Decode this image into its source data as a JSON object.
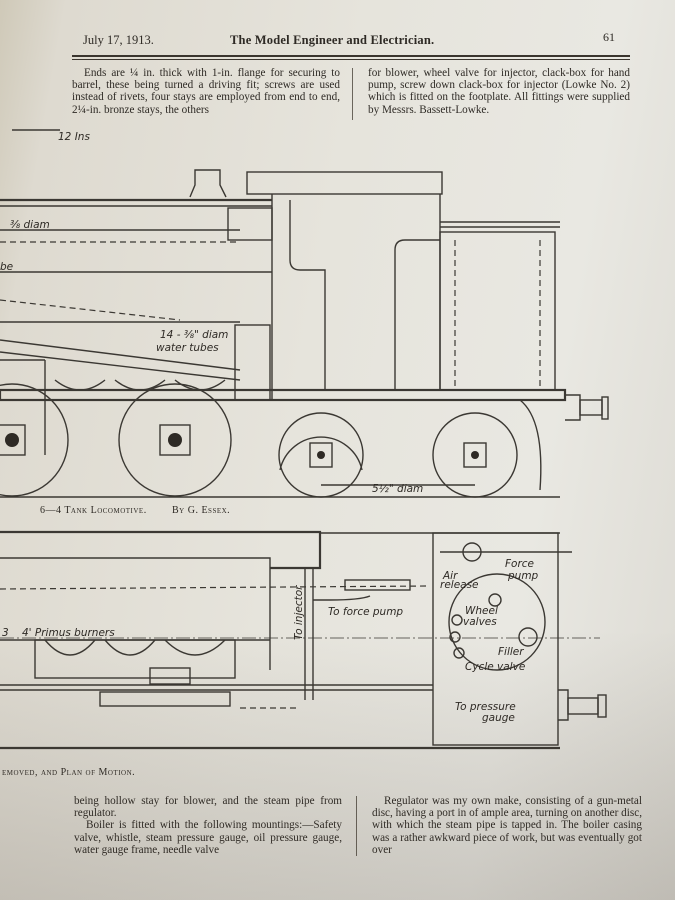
{
  "header": {
    "date": "July 17, 1913.",
    "title": "The Model Engineer and Electrician.",
    "page_number": "61"
  },
  "top_text": {
    "left": "Ends are ¼ in. thick with 1-in. flange for securing to barrel, these being turned a driving fit; screws are used instead of rivets, four stays are employed from end to end, 2¼-in. bronze stays, the others",
    "right": "for blower, wheel valve for injector, clack-box for hand pump, screw down clack-box for injector (Lowke No. 2) which is fitted on the footplate. All fittings were supplied by Messrs. Bassett-Lowke."
  },
  "elevation": {
    "labels": {
      "scale": "12 Ins",
      "tube_diam": "⅜ diam",
      "tubes": "be",
      "water_tubes_1": "14 - ⅜\" diam",
      "water_tubes_2": "water tubes",
      "wheel_diam": "5½\" diam"
    },
    "caption": "6—4 Tank Locomotive.",
    "byline": "By G. Essex."
  },
  "plan": {
    "labels": {
      "force_pump_1": "Force",
      "force_pump_2": "pump",
      "air_release_1": "Air",
      "air_release_2": "release",
      "wheel_valves_1": "Wheel",
      "wheel_valves_2": "valves",
      "filler": "Filler",
      "cycle_valve": "Cycle valve",
      "to_injector": "To injector",
      "to_force_pump": "To force pump",
      "primus": "4' Primus burners",
      "primus_num": "3",
      "to_pressure_1": "To pressure",
      "to_pressure_2": "gauge"
    },
    "caption": "emoved, and Plan of Motion."
  },
  "bottom_text": {
    "left_1": "being hollow stay for blower, and the steam pipe from regulator.",
    "left_2": "Boiler is fitted with the following mountings:—Safety valve, whistle, steam pressure gauge, oil pressure gauge, water gauge frame, needle valve",
    "right": "Regulator was my own make, consisting of a gun-metal disc, having a port in of ample area, turning on another disc, with which the steam pipe is tapped in. The boiler casing was a rather awkward piece of work, but was eventually got over"
  }
}
